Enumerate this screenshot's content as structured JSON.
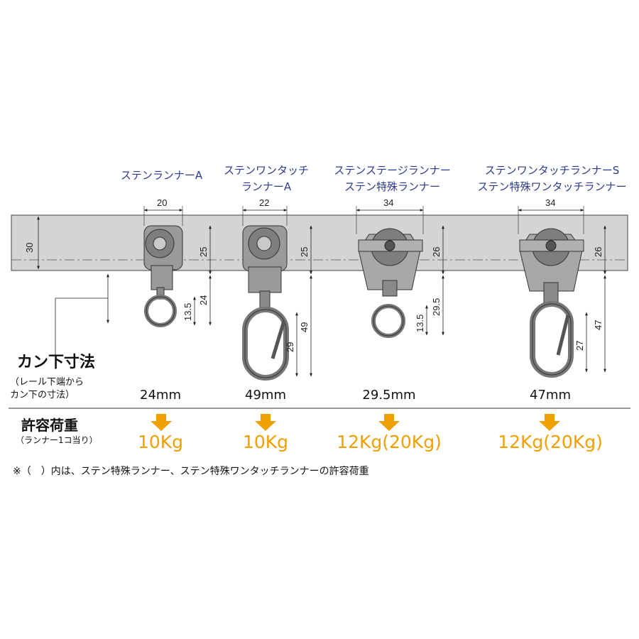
{
  "colors": {
    "rail": "#d4d4d4",
    "title": "#2b3a8c",
    "load": "#f0a000",
    "metal": "#8a8a8a"
  },
  "runners": [
    {
      "title_line1": "ステンランナーA",
      "title_line2": "",
      "width_dim": "20",
      "upper_dim": "25",
      "lower_dim": "24",
      "ring_dim": "13.5",
      "hang_mm": "24mm",
      "load": "10Kg"
    },
    {
      "title_line1": "ステンワンタッチ",
      "title_line2": "ランナーA",
      "width_dim": "22",
      "upper_dim": "25",
      "lower_dim": "49",
      "ring_dim": "29",
      "hang_mm": "49mm",
      "load": "10Kg"
    },
    {
      "title_line1": "ステンステージランナー",
      "title_line2": "ステン特殊ランナー",
      "width_dim": "34",
      "upper_dim": "26",
      "lower_dim": "29.5",
      "ring_dim": "13.5",
      "hang_mm": "29.5mm",
      "load": "12Kg(20Kg)"
    },
    {
      "title_line1": "ステンワンタッチランナーS",
      "title_line2": "ステン特殊ワンタッチランナー",
      "width_dim": "34",
      "upper_dim": "26",
      "lower_dim": "47",
      "ring_dim": "27",
      "hang_mm": "47mm",
      "load": "12Kg(20Kg)"
    }
  ],
  "rail_height_dim": "30",
  "labels": {
    "hang_title": "カン下寸法",
    "hang_sub1": "（レール下端から",
    "hang_sub2": "カン下の寸法）",
    "load_title": "許容荷重",
    "load_sub": "（ランナー1コ当り）"
  },
  "footnote": "※（　）内は、ステン特殊ランナー、ステン特殊ワンタッチランナーの許容荷重",
  "icons": {
    "load_arrow": "arrow-down-icon"
  }
}
